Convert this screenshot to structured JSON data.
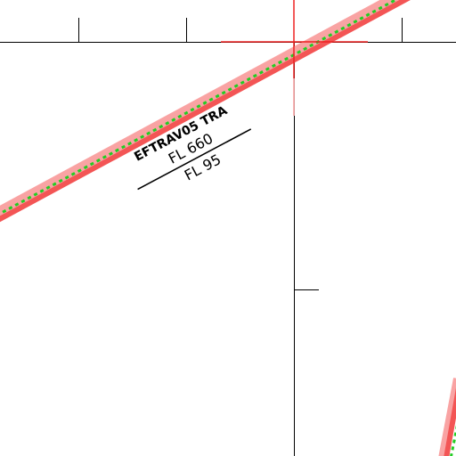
{
  "airspace": {
    "name": "EFTRAV05 TRA",
    "upper_limit": "FL 660",
    "lower_limit": "FL 95"
  },
  "colors": {
    "background": "#ffffff",
    "boundary_outer": "#f9a3a3",
    "boundary_inner": "#f35555",
    "boundary_dashes": "#22cc22",
    "grid_lines": "#000000",
    "crosshair": "#ee2222"
  },
  "icons": {
    "crosshair": "reference-point-crosshair-icon"
  }
}
